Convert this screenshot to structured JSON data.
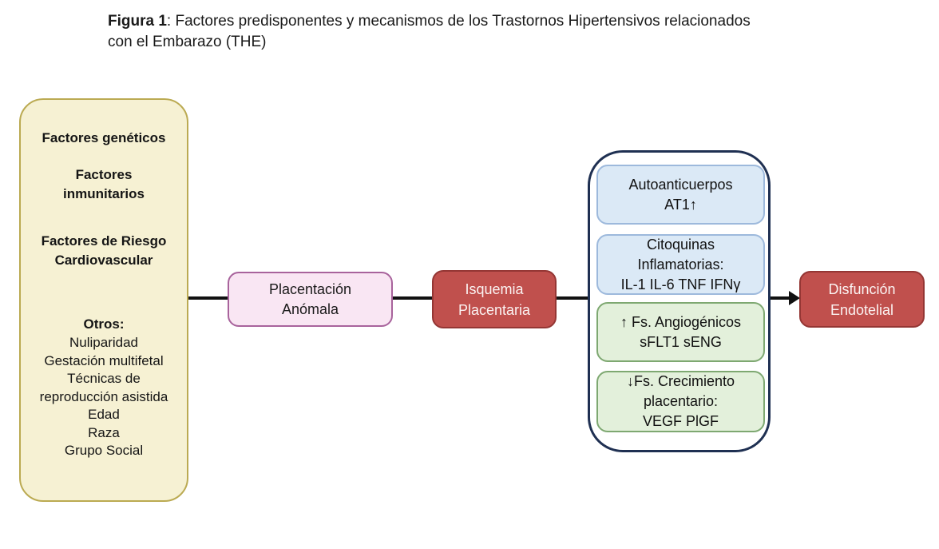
{
  "title": {
    "bold": "Figura 1",
    "rest": ": Factores predisponentes y mecanismos de los Trastornos Hipertensivos relacionados\ncon el Embarazo (THE)"
  },
  "factors_box": {
    "genetic": "Factores genéticos",
    "immune": "Factores\ninmunitarios",
    "cardio": "Factores de Riesgo\nCardiovascular",
    "others_heading": "Otros:",
    "others_items": [
      "Nuliparidad",
      "Gestación multifetal",
      "Técnicas de\nreproducción asistida",
      "Edad",
      "Raza",
      "Grupo Social"
    ]
  },
  "flow": {
    "placentation": "Placentación\nAnómala",
    "ischemia": "Isquemia\nPlacentaria",
    "dysfunction": "Disfunción\nEndotelial"
  },
  "mediators": {
    "autoantibodies": "Autoanticuerpos\nAT1↑",
    "cytokines": "Citoquinas\nInflamatorias:\nIL-1 IL-6 TNF IFNγ",
    "angiogenic": "↑ Fs. Angiogénicos\nsFLT1 sENG",
    "growth": "↓Fs. Crecimiento\nplacentario:\nVEGF PlGF"
  },
  "colors": {
    "factors_fill": "#F6F1D3",
    "factors_border": "#BBAA52",
    "placentation_fill": "#F9E6F3",
    "placentation_border": "#A8639C",
    "red_fill": "#C0504D",
    "red_border": "#943634",
    "container_border": "#1F3052",
    "blue_fill": "#DBE9F6",
    "blue_border": "#9DB9DC",
    "green_fill": "#E3F0DB",
    "green_border": "#7EA871"
  }
}
